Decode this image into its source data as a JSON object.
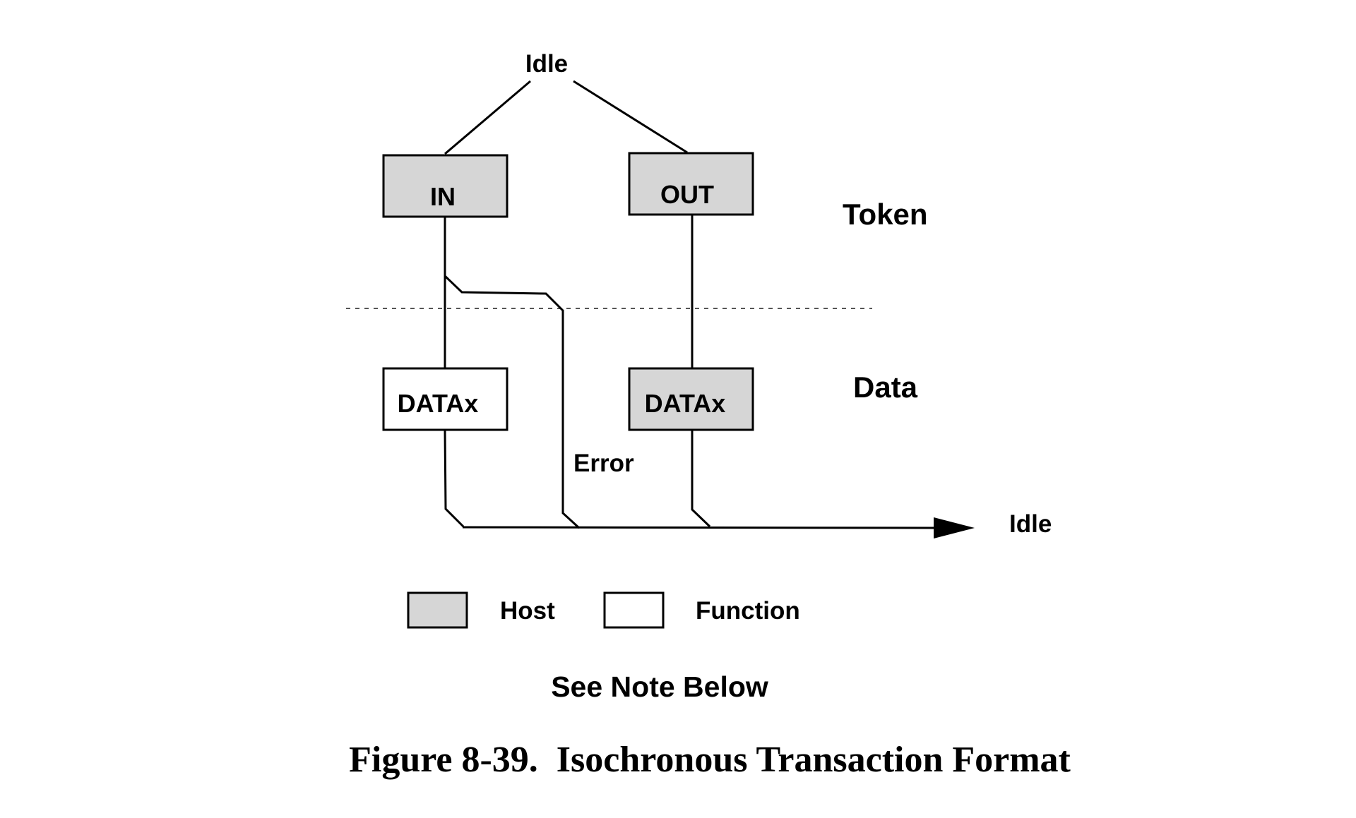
{
  "diagram": {
    "start_state": "Idle",
    "end_state": "Idle",
    "phases": {
      "token": "Token",
      "data": "Data"
    },
    "packets": {
      "in_token": "IN",
      "out_token": "OUT",
      "in_data": "DATAx",
      "out_data": "DATAx"
    },
    "error_label": "Error",
    "legend": {
      "host": "Host",
      "function": "Function"
    },
    "note": "See Note Below",
    "caption": "Figure 8-39.  Isochronous Transaction Format"
  },
  "colors": {
    "host_fill": "#d6d6d6",
    "function_fill": "#ffffff",
    "line": "#000000"
  }
}
